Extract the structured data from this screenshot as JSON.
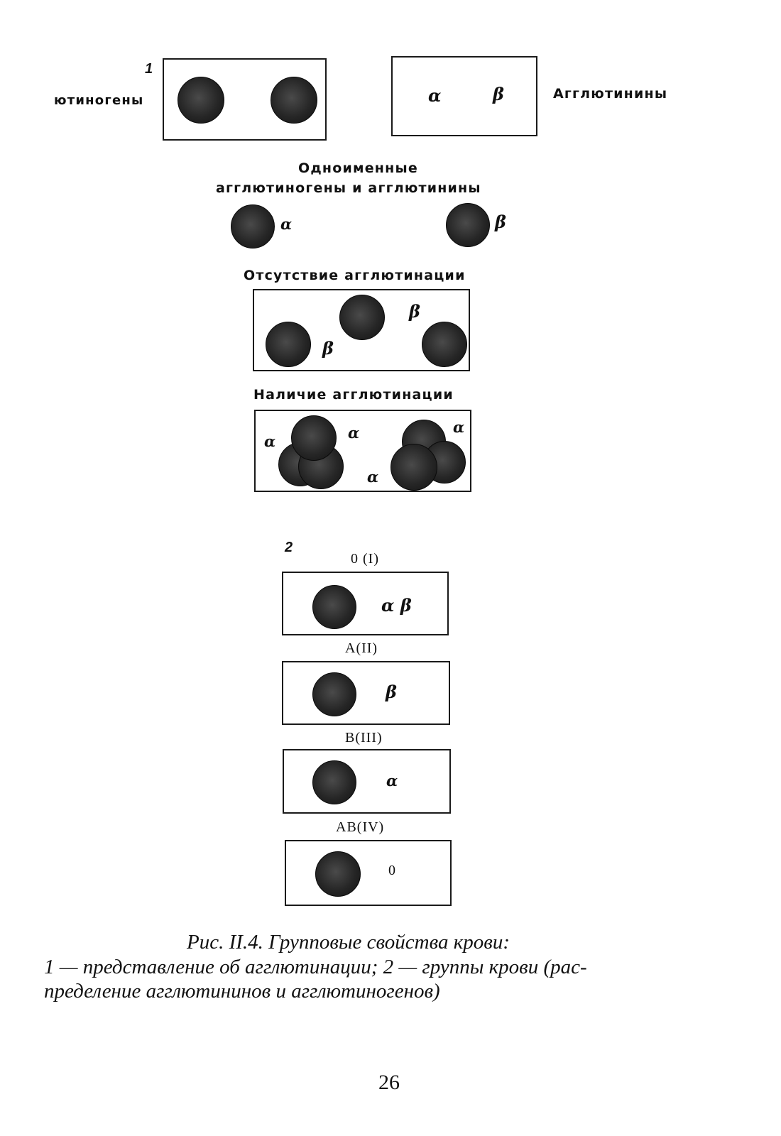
{
  "part1": {
    "number": "1",
    "left_label": "ютиногены",
    "right_label": "Агглютинины",
    "top_right_box": {
      "alpha": "α",
      "beta": "β"
    },
    "same_name_title_line1": "Одноименные",
    "same_name_title_line2": "агглютиногены  и агглютинины",
    "pair_symbols": {
      "left": "α",
      "right": "β"
    },
    "no_agg_title": "Отсутствие агглютинации",
    "no_agg_symbols": {
      "beta1": "β",
      "beta2": "β"
    },
    "agg_title": "Наличие  агглютинации",
    "agg_symbols": {
      "a1": "α",
      "a2": "α",
      "a3": "α",
      "a4": "α"
    }
  },
  "part2": {
    "number": "2",
    "groups": [
      {
        "label": "0 (I)",
        "antibodies": "α β"
      },
      {
        "label": "A(II)",
        "antibodies": "β"
      },
      {
        "label": "B(III)",
        "antibodies": "α"
      },
      {
        "label": "AB(IV)",
        "antibodies": "0"
      }
    ]
  },
  "caption": {
    "line1": "Рис. II.4. Групповые свойства крови:",
    "line2": "1 — представление об агглютинации; 2 — группы крови  (рас-",
    "line3": "пределение агглютининов и агглютиногенов)"
  },
  "page_number": "26"
}
